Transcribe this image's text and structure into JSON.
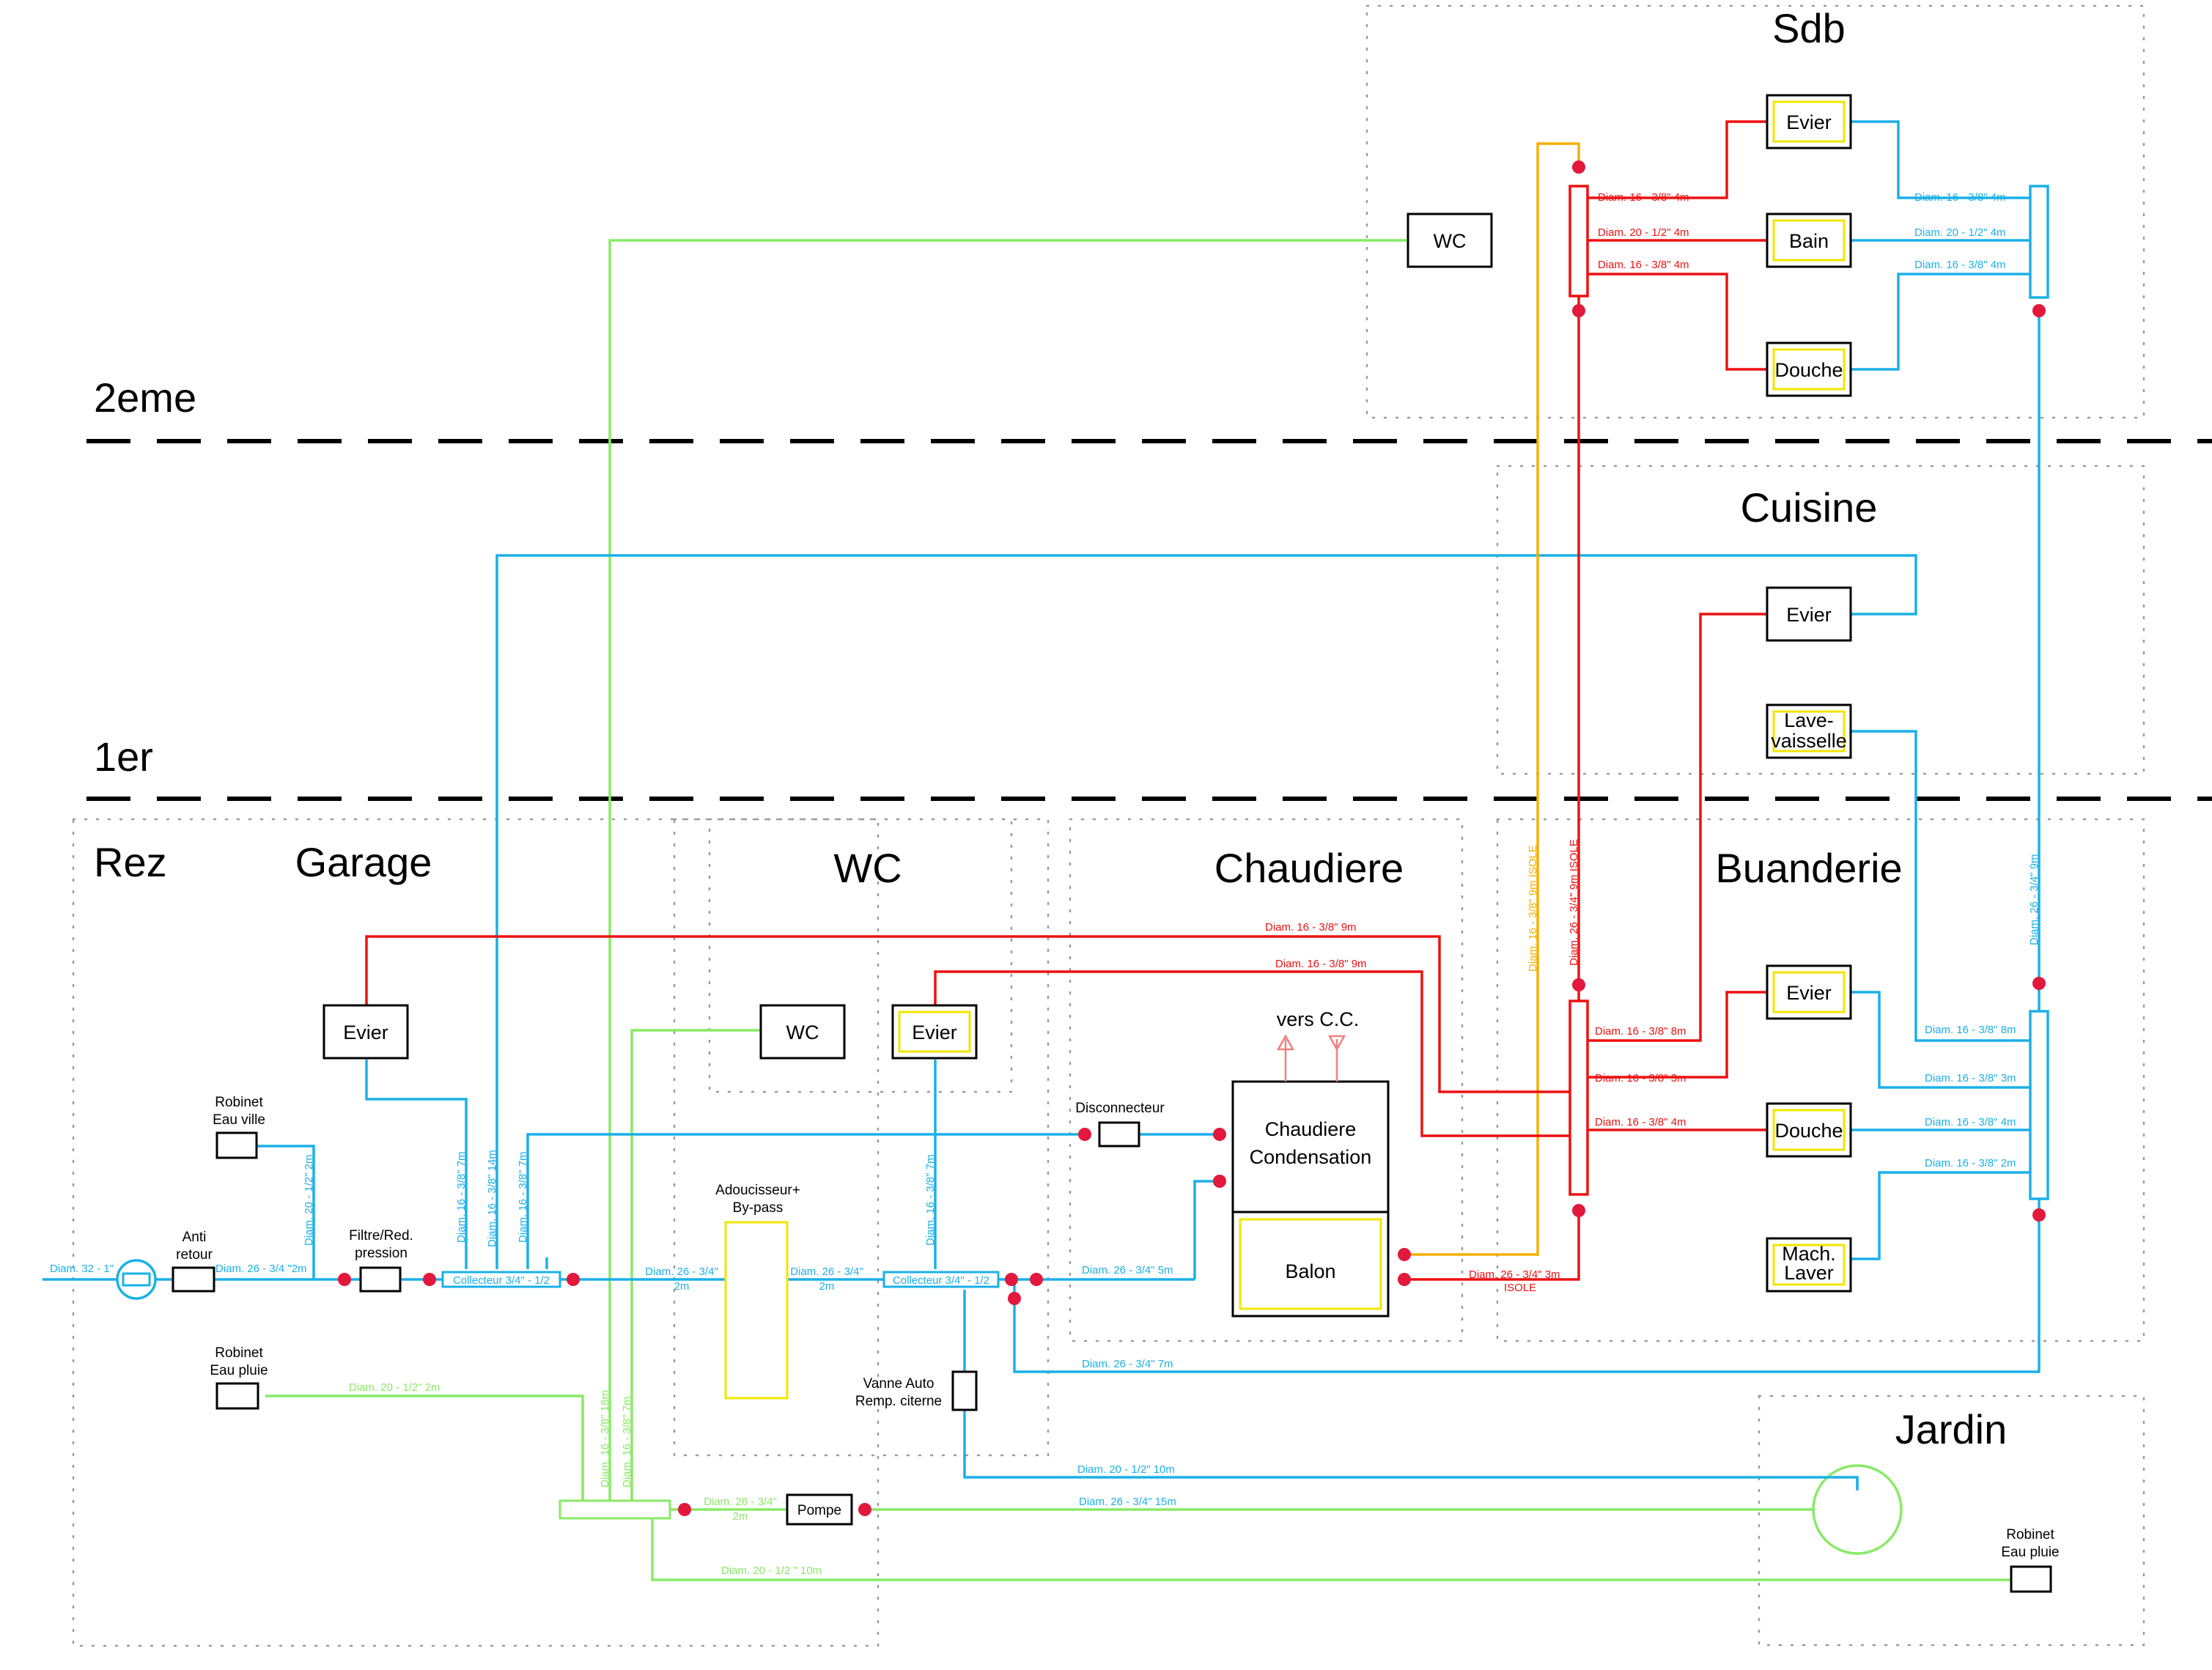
{
  "floors": {
    "f2": "2eme",
    "f1": "1er",
    "rez": "Rez"
  },
  "zones": {
    "sdb": "Sdb",
    "cuisine": "Cuisine",
    "garage": "Garage",
    "wc": "WC",
    "chaudiere": "Chaudiere",
    "buanderie": "Buanderie",
    "jardin": "Jardin"
  },
  "fixtures": {
    "sdb_evier": "Evier",
    "sdb_bain": "Bain",
    "sdb_douche": "Douche",
    "wc_2eme": "WC",
    "cuisine_evier": "Evier",
    "lave_1": "Lave-",
    "lave_2": "vaisselle",
    "garage_evier": "Evier",
    "wc_rez": "WC",
    "wc_evier": "Evier",
    "chaudiere_1": "Chaudiere",
    "chaudiere_2": "Condensation",
    "balon": "Balon",
    "vers_cc": "vers C.C.",
    "buanderie_evier": "Evier",
    "buanderie_douche": "Douche",
    "mach_1": "Mach.",
    "mach_2": "Laver",
    "pompe": "Pompe"
  },
  "devices": {
    "robinet_ville_1": "Robinet",
    "robinet_ville_2": "Eau ville",
    "anti_1": "Anti",
    "anti_2": "retour",
    "filtre_1": "Filtre/Red.",
    "filtre_2": "pression",
    "robinet_pluie_1": "Robinet",
    "robinet_pluie_2": "Eau pluie",
    "adouc_1": "Adoucisseur+",
    "adouc_2": "By-pass",
    "disconnecteur": "Disconnecteur",
    "vanne_1": "Vanne Auto",
    "vanne_2": "Remp. citerne",
    "robinet_jardin_1": "Robinet",
    "robinet_jardin_2": "Eau pluie",
    "collecteur_1": "Collecteur 3/4\" - 1/2",
    "collecteur_2": "Collecteur 3/4\" - 1/2"
  },
  "pipes": {
    "p_main": "Diam. 32 - 1\"",
    "p_antiretour": "Diam. 26 - 3/4 \"2m",
    "p_ville_v": "Diam. 20 - 1/2\" 2m",
    "p_g7": "Diam. 16 - 3/8\" 7m",
    "p_g14": "Diam. 16 - 3/8\" 14m",
    "p_g7b": "Diam. 16 - 3/8\" 7m",
    "p_adouc_in_1": "Diam. 26 - 3/4\"",
    "p_adouc_in_2": "2m",
    "p_adouc_out_1": "Diam. 26 - 3/4\"",
    "p_adouc_out_2": "2m",
    "p_wc_evier_v": "Diam. 16 - 3/8\" 7m",
    "p_5m": "Diam. 26 - 3/4\" 5m",
    "p_red_9a": "Diam. 16 - 3/8\" 9m",
    "p_red_9b": "Diam. 16 - 3/8\" 9m",
    "p_balon_1": "Diam. 26 - 3/4\" 3m",
    "p_balon_2": "ISOLE",
    "p_red_riser": "Diam. 26 - 3/4\" 9m ISOLE",
    "p_orange_riser": "Diam. 16 - 3/8\" 9m ISOLE",
    "p_blue_riser": "Diam. 26 - 3/4\" 9m",
    "p_sdb_r1": "Diam. 16 - 3/8\" 4m",
    "p_sdb_r2": "Diam. 20 - 1/2\" 4m",
    "p_sdb_r3": "Diam. 16 - 3/8\" 4m",
    "p_sdb_b1": "Diam. 16 - 3/8\" 4m",
    "p_sdb_b2": "Diam. 20 - 1/2\" 4m",
    "p_sdb_b3": "Diam. 16 - 3/8\" 4m",
    "p_buan_r1": "Diam. 16 - 3/8\" 8m",
    "p_buan_r2": "Diam. 16 - 3/8\" 3m",
    "p_buan_r3": "Diam. 16 - 3/8\" 4m",
    "p_buan_b1": "Diam. 16 - 3/8\" 8m",
    "p_buan_b2": "Diam. 16 - 3/8\" 3m",
    "p_buan_b3": "Diam. 16 - 3/8\" 4m",
    "p_buan_b4": "Diam. 16 - 3/8\" 2m",
    "p_7m": "Diam. 26 - 3/4\" 7m",
    "p_pluie": "Diam. 20 - 1/2\" 2m",
    "p_g18": "Diam. 16 - 3/8\" 18m",
    "p_g7c": "Diam. 16 - 3/8\" 7m",
    "p_pompe_1": "Diam. 26 - 3/4\"",
    "p_pompe_2": "2m",
    "p_15m": "Diam. 26 - 3/4\" 15m",
    "p_10m_b": "Diam. 20 - 1/2\" 10m",
    "p_10m_g": "Diam. 20 - 1/2 \" 10m"
  },
  "colors": {
    "cold": "#1ab0e8",
    "hot": "#ee1111",
    "rain": "#88ea66",
    "loop": "#f5b000",
    "junction": "#e2183c",
    "highlight": "#f2e600"
  }
}
